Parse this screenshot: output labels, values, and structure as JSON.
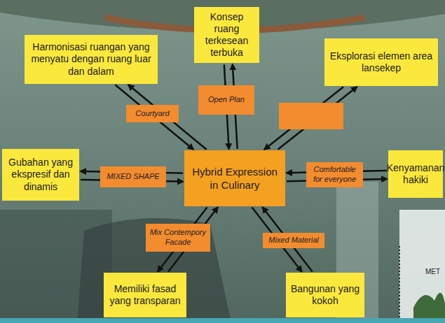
{
  "diagram": {
    "nodes": [
      {
        "text": [
          "Harmonisasi ruangan yang menyatu dengan ruang luar dan dalam"
        ]
      },
      {
        "text": [
          "Konsep ruang terkesean terbuka"
        ]
      },
      {
        "text": [
          "Eksplorasi elemen area lansekep"
        ]
      },
      {
        "text": [
          "Gubahan yang ekspresif dan dinamis"
        ]
      },
      {
        "text": [
          "Hybrid Expression in Culinary"
        ]
      },
      {
        "text": [
          "Kenyamanan hakiki"
        ]
      },
      {
        "text": [
          "Memiliki fasad yang transparan"
        ]
      },
      {
        "text": [
          "Bangunan yang kokoh"
        ]
      }
    ],
    "edges": [
      {
        "from": 4,
        "to": 0,
        "arrow": "to",
        "label": "Courtyard"
      },
      {
        "from": 0,
        "to": 4,
        "arrow": "to"
      },
      {
        "from": 4,
        "to": 1,
        "arrow": "to",
        "label": "Open Plan"
      },
      {
        "from": 1,
        "to": 4,
        "arrow": "to"
      },
      {
        "from": 4,
        "to": 2,
        "arrow": "to"
      },
      {
        "from": 2,
        "to": 4,
        "arrow": "to"
      },
      {
        "from": 4,
        "to": 3,
        "arrow": "to",
        "label": "MIXED SHAPE"
      },
      {
        "from": 3,
        "to": 4,
        "arrow": "to"
      },
      {
        "from": 4,
        "to": 5,
        "arrow": "to",
        "label": "Comfortable for everyone"
      },
      {
        "from": 5,
        "to": 4,
        "arrow": "to"
      },
      {
        "from": 6,
        "to": 4,
        "arrow": "to",
        "label": "Mix Contempory Facade"
      },
      {
        "from": 4,
        "to": 6,
        "arrow": "to"
      },
      {
        "from": 7,
        "to": 4,
        "arrow": "to",
        "label": "Mixed Material"
      },
      {
        "from": 4,
        "to": 7,
        "arrow": "to"
      }
    ],
    "labels": [
      "MET"
    ]
  }
}
